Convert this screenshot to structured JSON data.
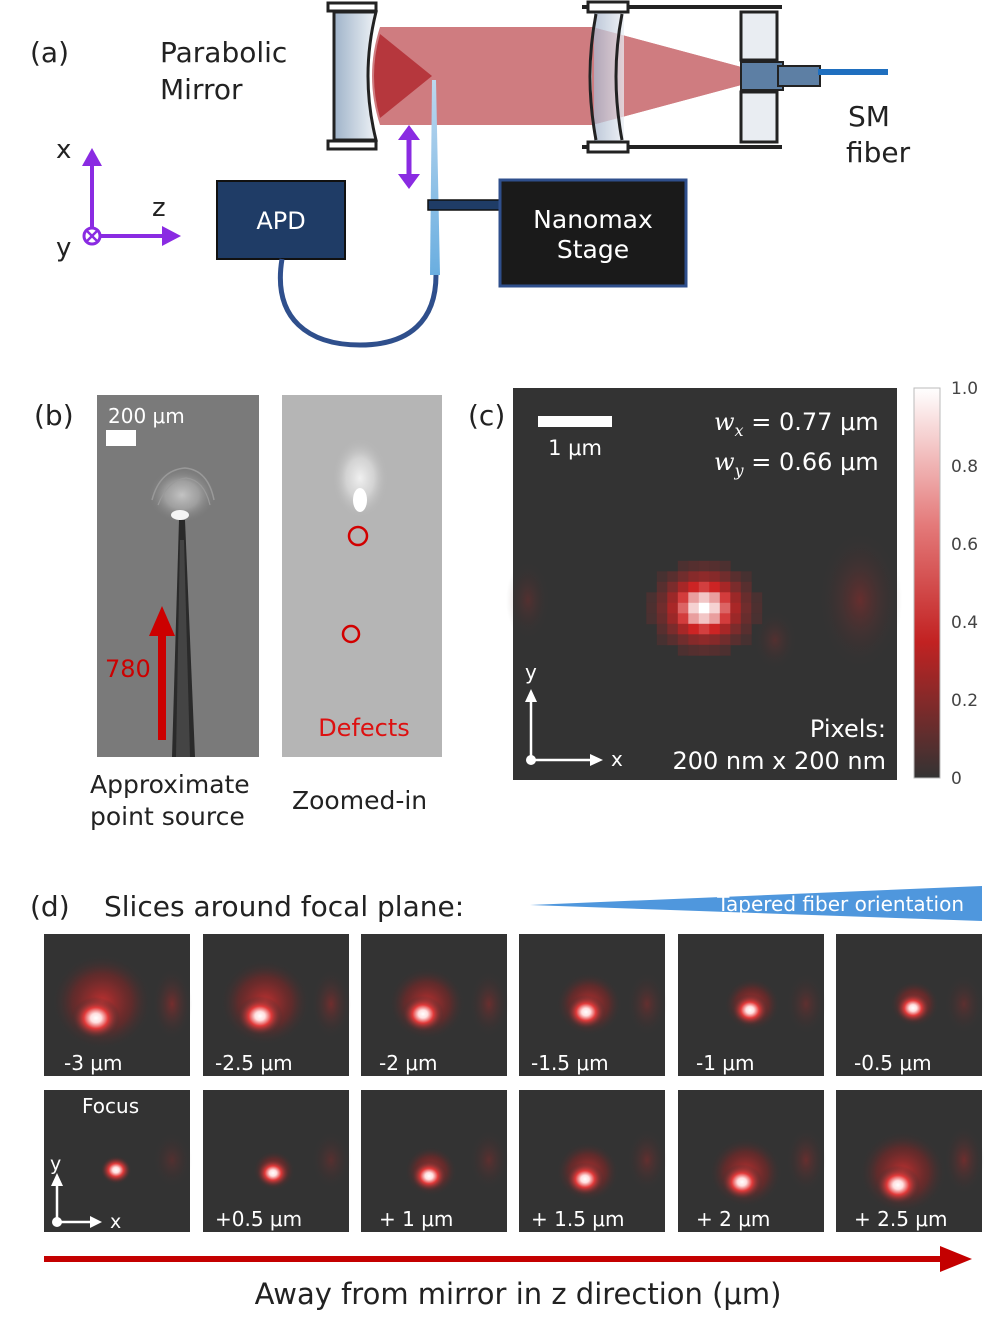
{
  "panel_a": {
    "label": "(a)",
    "mirror_label_1": "Parabolic",
    "mirror_label_2": "Mirror",
    "axis_x": "x",
    "axis_z": "z",
    "axis_y": "y",
    "apd_label": "APD",
    "stage_label_1": "Nanomax",
    "stage_label_2": "Stage",
    "fiber_label_1": "SM",
    "fiber_label_2": "fiber"
  },
  "panel_b": {
    "label": "(b)",
    "scale_label": "200 μm",
    "wavelength_label": "780",
    "defects_label": "Defects",
    "caption_left_1": "Approximate",
    "caption_left_2": "point source",
    "caption_right": "Zoomed-in"
  },
  "panel_c": {
    "label": "(c)",
    "scale_label": "1 μm",
    "wx_label": "w",
    "wx_sub": "x",
    "wx_value": " = 0.77 μm",
    "wy_label": "w",
    "wy_sub": "y",
    "wy_value": " = 0.66 μm",
    "axis_y": "y",
    "axis_x": "x",
    "pixels_label": "Pixels:",
    "pixels_value": "200 nm x 200 nm",
    "colorbar_ticks": [
      "1.0",
      "0.8",
      "0.6",
      "0.4",
      "0.2",
      "0"
    ]
  },
  "panel_d": {
    "label": "(d)",
    "title": "Slices around focal plane:",
    "taper_label": "Tapered fiber orientation",
    "row1": [
      "-3 μm",
      "-2.5 μm",
      "-2 μm",
      "-1.5 μm",
      "-1 μm",
      "-0.5 μm"
    ],
    "row2": [
      "",
      "+0.5 μm",
      "+ 1 μm",
      "+ 1.5 μm",
      "+ 2 μm",
      "+ 2.5 μm"
    ],
    "focus_label": "Focus",
    "axis_y": "y",
    "axis_x": "x",
    "bottom_caption": "Away from mirror in z direction (μm)"
  },
  "colors": {
    "beam": "#c96a6e",
    "purple": "#8a2be2",
    "navy": "#1f3c66",
    "red": "#cc0000",
    "panel_bg": "#333333",
    "taper_blue": "#4f97dd"
  }
}
